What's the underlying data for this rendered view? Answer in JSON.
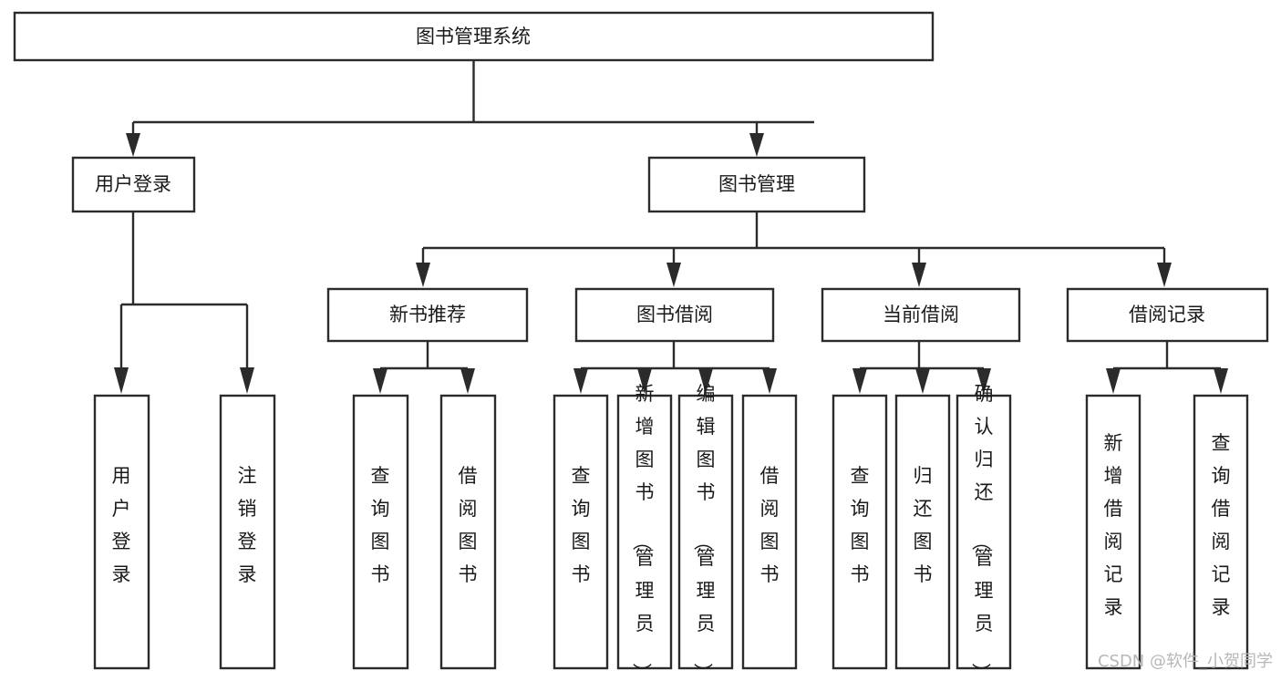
{
  "diagram": {
    "title": "图书管理系统",
    "type": "tree-hierarchy-diagram",
    "colors": {
      "stroke": "#2b2b2b",
      "fill": "#ffffff",
      "text": "#1a1a1a",
      "watermark": "#b7b7b7"
    },
    "nodes": {
      "root": {
        "label": "图书管理系统"
      },
      "level2": [
        {
          "label": "用户登录"
        },
        {
          "label": "图书管理"
        }
      ],
      "level3": [
        {
          "label": "新书推荐"
        },
        {
          "label": "图书借阅"
        },
        {
          "label": "当前借阅"
        },
        {
          "label": "借阅记录"
        }
      ],
      "leaves_user_login": [
        {
          "label": "用户登录"
        },
        {
          "label": "注销登录"
        }
      ],
      "leaves_new_book": [
        {
          "label": "查询图书"
        },
        {
          "label": "借阅图书"
        }
      ],
      "leaves_borrow": [
        {
          "label": "查询图书"
        },
        {
          "label": "新增图书（管理员）"
        },
        {
          "label": "编辑图书（管理员）"
        },
        {
          "label": "借阅图书"
        }
      ],
      "leaves_current": [
        {
          "label": "查询图书"
        },
        {
          "label": "归还图书"
        },
        {
          "label": "确认归还（管理员）"
        }
      ],
      "leaves_records": [
        {
          "label": "新增借阅记录"
        },
        {
          "label": "查询借阅记录"
        }
      ]
    },
    "watermark": "CSDN @软件_小贺同学"
  }
}
